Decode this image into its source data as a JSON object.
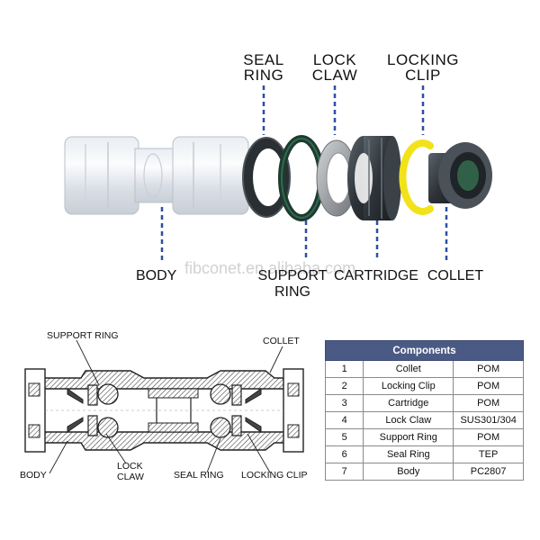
{
  "labels": {
    "seal_ring": [
      "SEAL",
      "RING"
    ],
    "lock_claw": [
      "LOCK",
      "CLAW"
    ],
    "locking_clip": [
      "LOCKING",
      "CLIP"
    ],
    "body": "BODY",
    "support_ring": [
      "SUPPORT",
      "RING"
    ],
    "cartridge": "CARTRIDGE",
    "collet": "COLLET"
  },
  "watermark": "fibconet.en.alibaba.com",
  "section_labels": {
    "support_ring": "SUPPORT RING",
    "collet": "COLLET",
    "body": "BODY",
    "lock_claw": [
      "LOCK",
      "CLAW"
    ],
    "seal_ring": "SEAL RING",
    "locking_clip": "LOCKING CLIP"
  },
  "components_table": {
    "title": "Components",
    "rows": [
      {
        "no": "1",
        "name": "Collet",
        "material": "POM"
      },
      {
        "no": "2",
        "name": "Locking Clip",
        "material": "POM"
      },
      {
        "no": "3",
        "name": "Cartridge",
        "material": "POM"
      },
      {
        "no": "4",
        "name": "Lock Claw",
        "material": "SUS301/304"
      },
      {
        "no": "5",
        "name": "Support Ring",
        "material": "POM"
      },
      {
        "no": "6",
        "name": "Seal Ring",
        "material": "TEP"
      },
      {
        "no": "7",
        "name": "Body",
        "material": "PC2807"
      }
    ]
  },
  "colors": {
    "leader": "#2b4fa0",
    "clip": "#f2e21a",
    "collet": "#4a5158",
    "section_hatch": "#333333"
  }
}
